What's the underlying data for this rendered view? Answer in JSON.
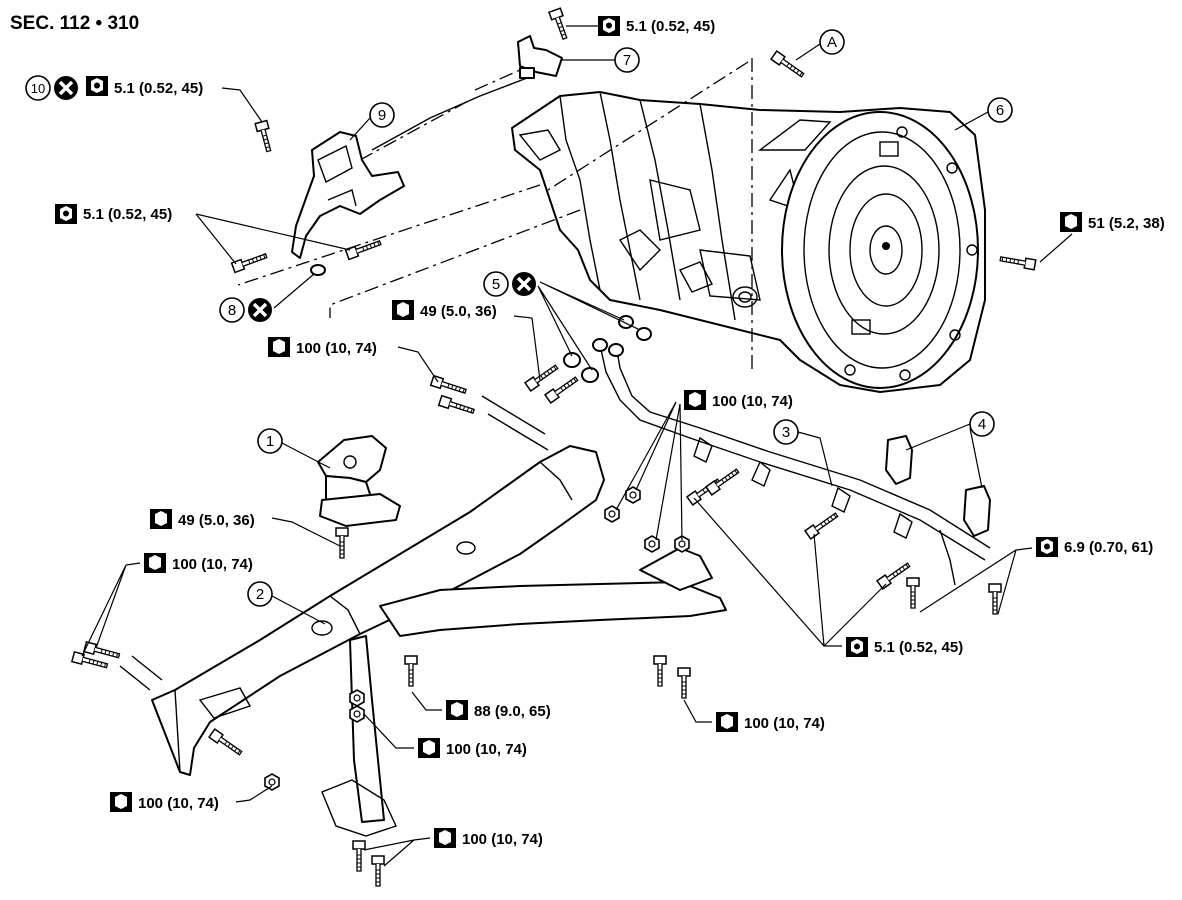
{
  "title": "SEC. 112 • 310",
  "callouts": [
    "1",
    "2",
    "3",
    "4",
    "5",
    "6",
    "7",
    "8",
    "9",
    "10",
    "A"
  ],
  "torques": {
    "t_top_sensor": "5.1 (0.52, 45)",
    "t_item10": "5.1 (0.52, 45)",
    "t_bracket9": "5.1 (0.52, 45)",
    "t_conv51": "51 (5.2, 38)",
    "t_pan49": "49 (5.0, 36)",
    "t_long100": "100 (10, 74)",
    "t_tube100": "100 (10, 74)",
    "t_mount49": "49 (5.0, 36)",
    "t_left100": "100 (10, 74)",
    "t_clip69": "6.9 (0.70, 61)",
    "t_clip51": "5.1 (0.52, 45)",
    "t_88": "88 (9.0, 65)",
    "t_center100": "100 (10, 74)",
    "t_brace100": "100 (10, 74)",
    "t_endnut100": "100 (10, 74)",
    "t_bottom100": "100 (10, 74)"
  },
  "icons": {
    "torque_icon": "torque-wrench-icon",
    "no_reuse_icon": "do-not-reuse-icon",
    "sealant_icon": "sealant-icon"
  }
}
